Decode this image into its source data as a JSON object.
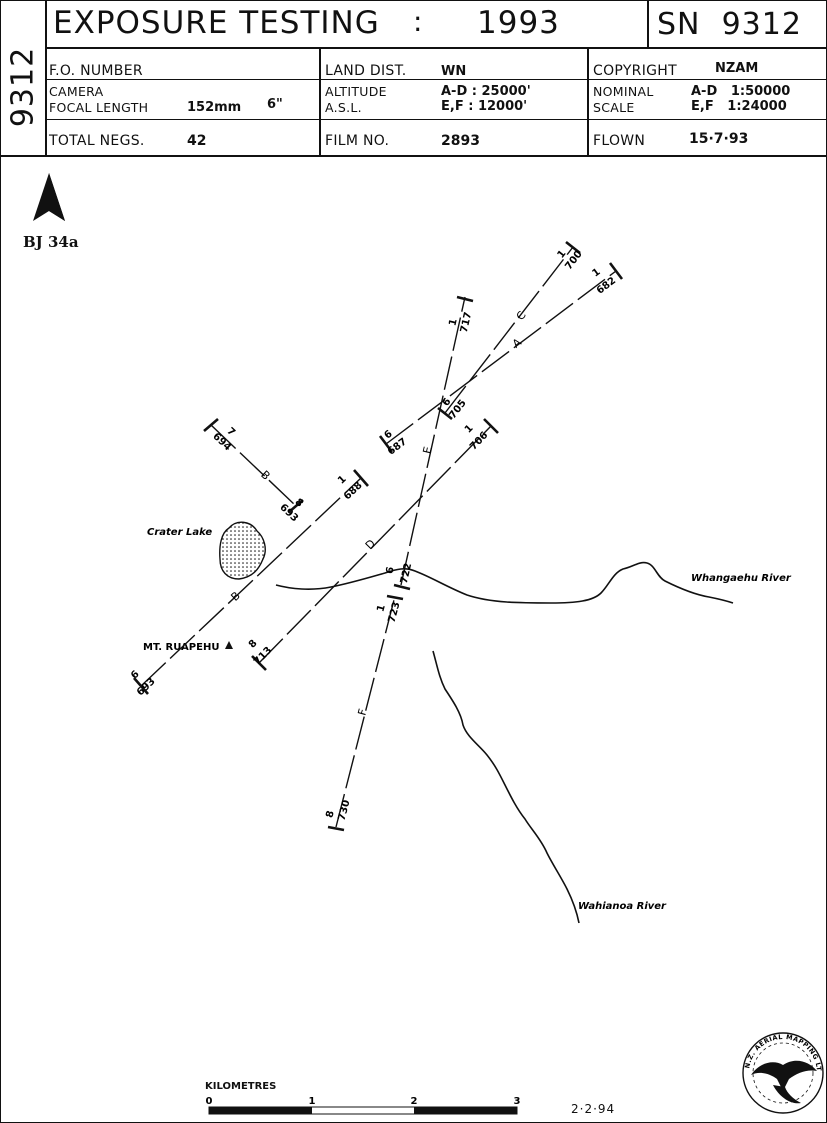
{
  "header": {
    "side_number": "9312",
    "title": "EXPOSURE TESTING",
    "title_colon": ":",
    "year": "1993",
    "sn_label": "SN",
    "sn_value": "9312",
    "fo_number_label": "F.O. NUMBER",
    "fo_number_value": "",
    "land_dist_label": "LAND DIST.",
    "land_dist_value": "WN",
    "copyright_label": "COPYRIGHT",
    "copyright_value": "NZAM",
    "camera_label": "CAMERA",
    "focal_length_label": "FOCAL LENGTH",
    "focal_length_mm": "152mm",
    "focal_length_in": "6\"",
    "altitude_label": "ALTITUDE",
    "asl_label": "A.S.L.",
    "altitude_ad": "A-D : 25000'",
    "altitude_ef": "E,F : 12000'",
    "nominal_label": "NOMINAL",
    "scale_label": "SCALE",
    "scale_ad": "A-D   1:50000",
    "scale_ef": "E,F   1:24000",
    "total_negs_label": "TOTAL NEGS.",
    "total_negs_value": "42",
    "film_no_label": "FILM NO.",
    "film_no_value": "2893",
    "flown_label": "FLOWN",
    "flown_value": "15·7·93"
  },
  "map": {
    "north_label": "N",
    "map_ref": "BJ 34a",
    "features": {
      "crater_lake": "Crater Lake",
      "mt_ruapehu": "MT. RUAPEHU",
      "whangaehu_river": "Whangaehu River",
      "wahianoa_river": "Wahianoa River"
    },
    "flight_lines": [
      {
        "id": "A",
        "start_run": "6",
        "start_frame": "687",
        "end_run": "1",
        "end_frame": "682"
      },
      {
        "id": "B1",
        "label": "B",
        "start_run": "7",
        "start_frame": "694",
        "end_run": "8",
        "end_frame": "693"
      },
      {
        "id": "B2",
        "label": "B",
        "start_run": "6",
        "start_frame": "693",
        "end_run": "1",
        "end_frame": "688"
      },
      {
        "id": "C",
        "start_run": "6",
        "start_frame": "705",
        "end_run": "1",
        "end_frame": "700"
      },
      {
        "id": "D",
        "start_run": "8",
        "start_frame": "713",
        "end_run": "1",
        "end_frame": "706"
      },
      {
        "id": "E",
        "start_run": "6",
        "start_frame": "722",
        "end_run": "1",
        "end_frame": "717"
      },
      {
        "id": "F",
        "start_run": "8",
        "start_frame": "730",
        "end_run": "1",
        "end_frame": "723"
      }
    ],
    "scale_bar": {
      "title": "KILOMETRES",
      "ticks": [
        "0",
        "1",
        "2",
        "3"
      ]
    },
    "date": "2·2·94",
    "logo_text": "N.Z. AERIAL MAPPING LTD."
  }
}
